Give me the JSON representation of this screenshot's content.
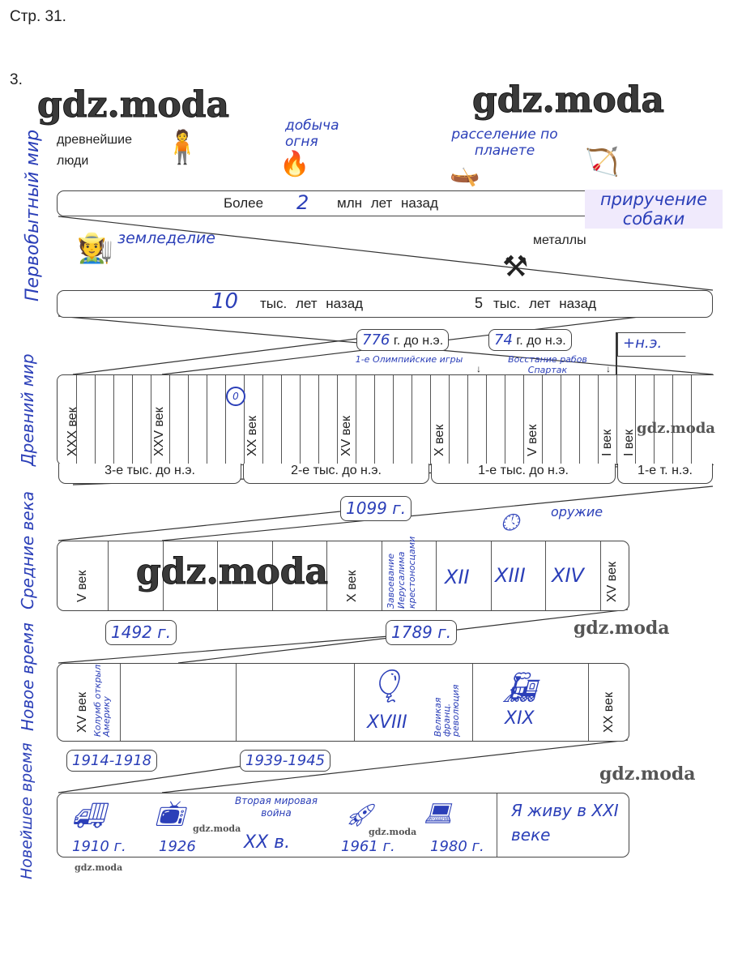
{
  "header": {
    "page": "Стр. 31.",
    "task": "3."
  },
  "watermark": "gdz.moda",
  "sections": {
    "primitive": "Первобытный мир",
    "ancient": "Древний мир",
    "middle": "Средние века",
    "new": "Новое время",
    "newest": "Новейшее время"
  },
  "primitive": {
    "notes": {
      "ancient_people": "древнейшие люди",
      "fire": "добыча огня",
      "spread": "расселение по планете",
      "dog": "приручение собаки",
      "farming": "земледелие",
      "metals": "металлы"
    },
    "bar1": {
      "prefix": "Более",
      "value": "2",
      "suffix": "млн лет назад"
    },
    "bar2": {
      "value1": "10",
      "suffix1": "тыс. лет назад",
      "value2": "5",
      "suffix2": "тыс. лет назад"
    }
  },
  "ancient": {
    "date1": {
      "value": "776",
      "suffix": "г. до н.э.",
      "note": "1-е Олимпийские игры"
    },
    "date2": {
      "value": "74",
      "suffix": "г. до н.э.",
      "note": "Восстание рабов Спартак"
    },
    "flag": "+н.э.",
    "zero_mark": "0",
    "centuries": [
      "XXX век",
      "XXV век",
      "XX век",
      "XV век",
      "X век",
      "V век",
      "I век",
      "I век"
    ],
    "millennia": [
      "3-е тыс. до н.э.",
      "2-е тыс. до н.э.",
      "1-е тыс. до н.э.",
      "1-е т. н.э."
    ]
  },
  "middle": {
    "date": "1099 г.",
    "cells": [
      "V век",
      "X век",
      "Завоевание Иерусалима крестоносцами",
      "XII",
      "XIII",
      "XIV",
      "XV век"
    ],
    "weapons": "оружие"
  },
  "new_time": {
    "date1": "1492 г.",
    "date2": "1789 г.",
    "cells": [
      "XV век",
      "Колумб открыл Америку",
      "XVIII",
      "Великая франц. революция",
      "XIX",
      "XX век"
    ]
  },
  "newest": {
    "date1": "1914-1918",
    "date2": "1939-1945",
    "items": [
      "1910 г.",
      "1926",
      "Вторая мировая война",
      "XX в.",
      "1961 г.",
      "1980 г."
    ],
    "note": "Я живу в XXI веке"
  }
}
